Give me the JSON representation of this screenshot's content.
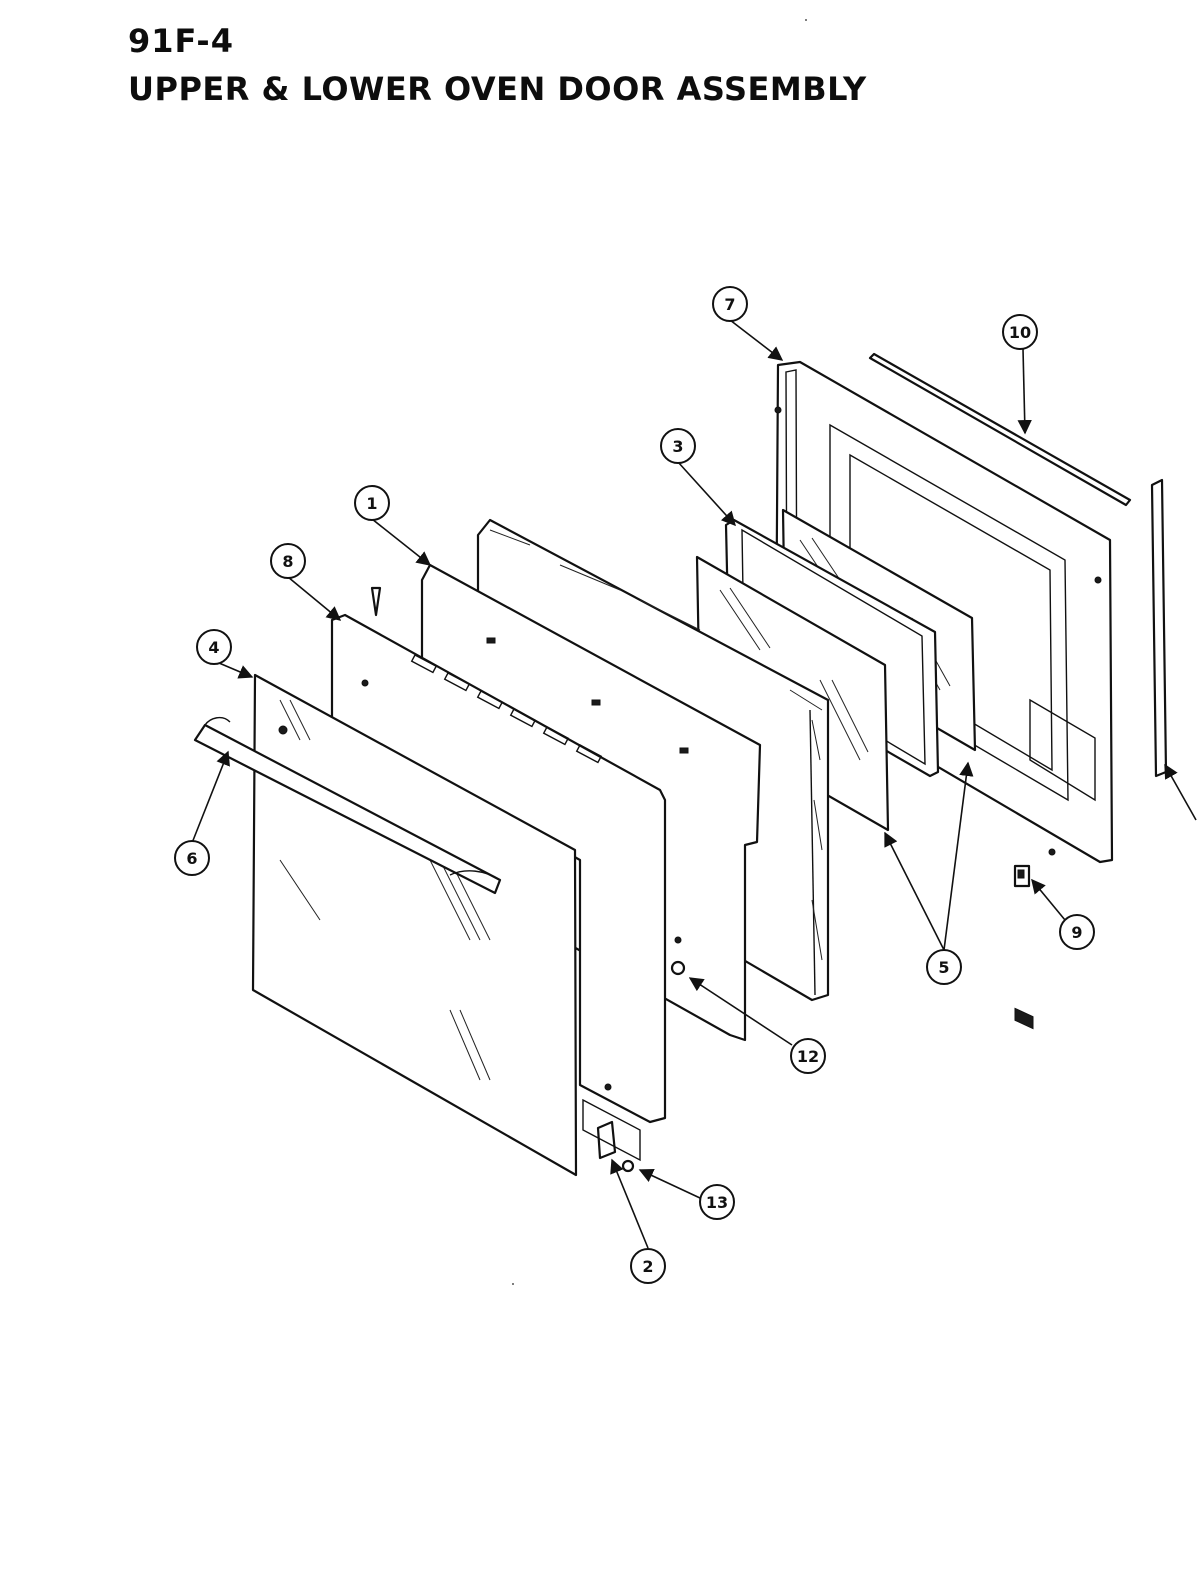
{
  "header": {
    "code": "91F-4",
    "title": "UPPER & LOWER OVEN DOOR ASSEMBLY"
  },
  "callouts": {
    "c1": "1",
    "c2": "2",
    "c3": "3",
    "c4": "4",
    "c5": "5",
    "c6": "6",
    "c7": "7",
    "c8": "8",
    "c9": "9",
    "c10": "10",
    "c12": "12",
    "c13": "13"
  }
}
